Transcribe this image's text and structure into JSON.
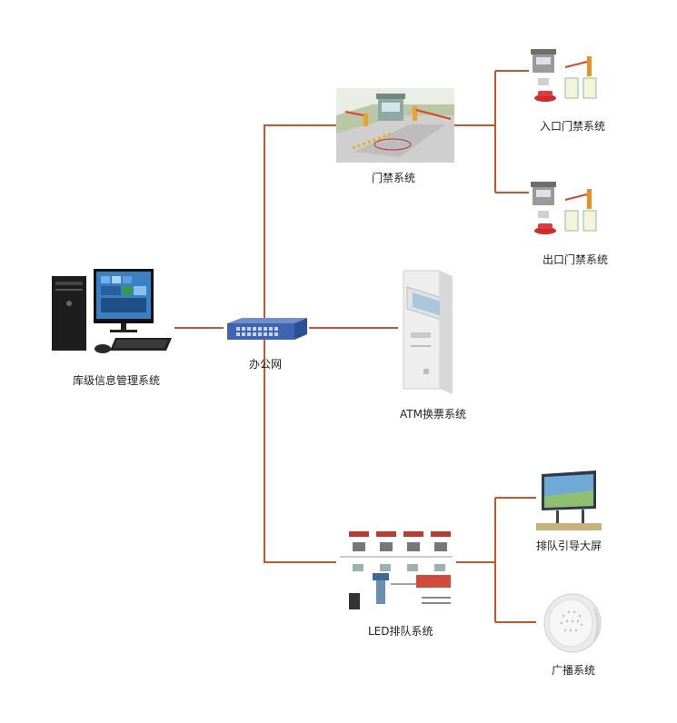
{
  "colors": {
    "connector": "#c8552b"
  },
  "nodes": {
    "management": {
      "label": "库级信息管理系统",
      "icon": "desktop-computer-icon"
    },
    "office_network": {
      "label": "办公网",
      "icon": "network-switch-icon"
    },
    "access_control": {
      "label": "门禁系统",
      "icon": "parking-gate-icon"
    },
    "entrance_access": {
      "label": "入口门禁系统",
      "icon": "gate-booth-icon"
    },
    "exit_access": {
      "label": "出口门禁系统",
      "icon": "gate-booth-icon"
    },
    "atm": {
      "label": "ATM换票系统",
      "icon": "kiosk-terminal-icon"
    },
    "led_queue": {
      "label": "LED排队系统",
      "icon": "queue-system-icon"
    },
    "big_screen": {
      "label": "排队引导大屏",
      "icon": "billboard-screen-icon"
    },
    "broadcast": {
      "label": "广播系统",
      "icon": "ceiling-speaker-icon"
    }
  }
}
